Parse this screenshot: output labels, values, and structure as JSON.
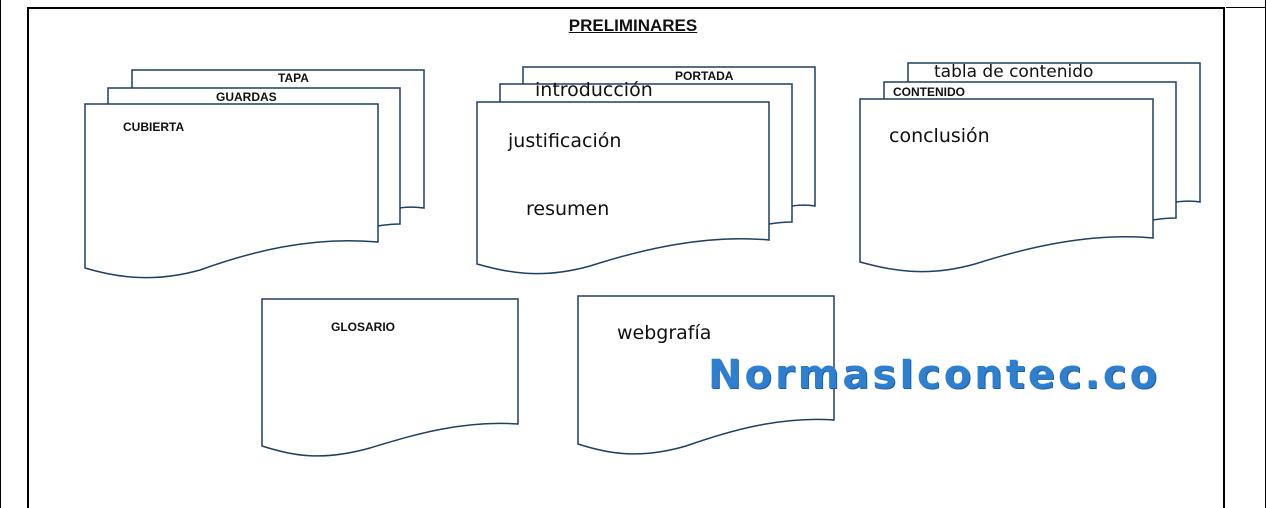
{
  "title": "PRELIMINARES",
  "documents": {
    "tapa": "TAPA",
    "guardas": "GUARDAS",
    "cubierta": "CUBIERTA",
    "portada": "PORTADA",
    "introduccion": "introducción",
    "justificacion": "justificación",
    "resumen": "resumen",
    "tabla_contenido": "tabla de contenido",
    "contenido": "CONTENIDO",
    "conclusion": "conclusión",
    "glosario": "GLOSARIO",
    "webgrafia": "webgrafía"
  },
  "watermark": "NormasIcontec.co"
}
